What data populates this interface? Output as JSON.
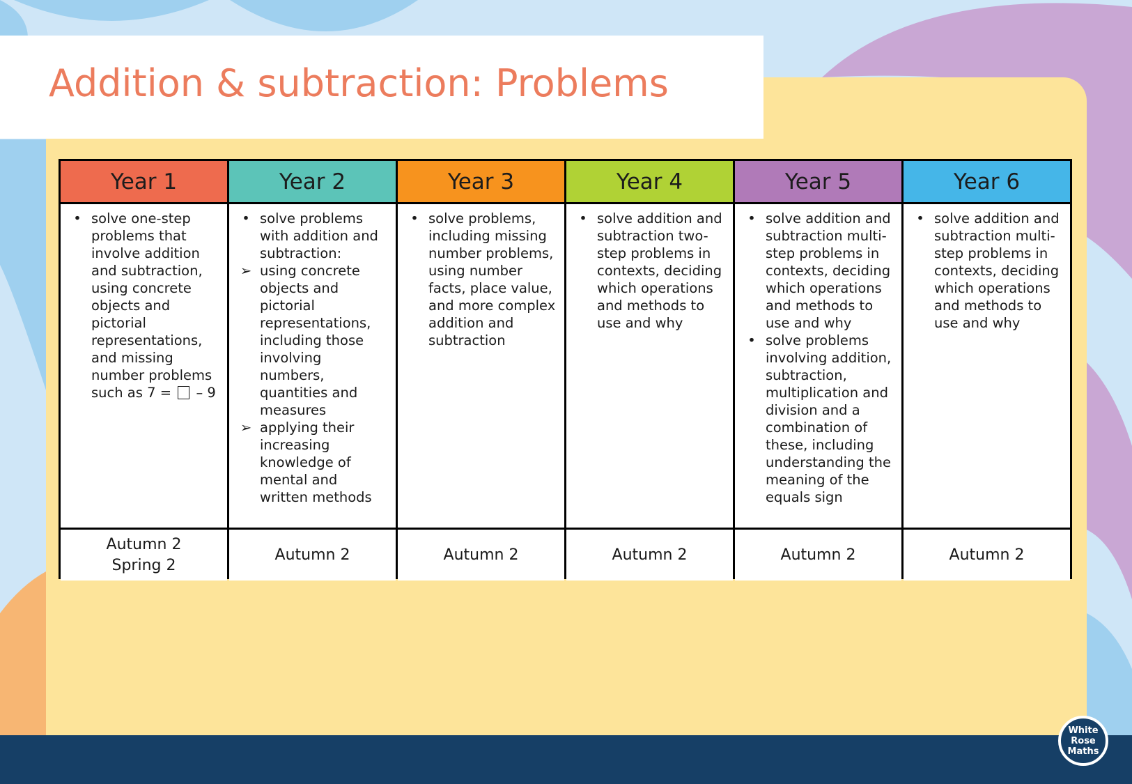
{
  "title": "Addition & subtraction: Problems",
  "colors": {
    "title": "#ec7c5d",
    "panel": "#fde49a",
    "footer": "#163f66",
    "year1": "#ee6b4e",
    "year2": "#5cc4b8",
    "year3": "#f7931e",
    "year4": "#b0d235",
    "year5": "#b07ab8",
    "year6": "#45b6e8"
  },
  "table": {
    "headers": [
      "Year 1",
      "Year 2",
      "Year 3",
      "Year 4",
      "Year 5",
      "Year 6"
    ],
    "content": [
      [
        {
          "marker": "•",
          "parts": [
            "solve one-step problems that involve addition and subtraction, using concrete objects and pictorial representations, and missing number problems such as 7 = ",
            " – 9"
          ]
        }
      ],
      [
        {
          "marker": "•",
          "parts": [
            "solve problems with addition and subtraction:"
          ]
        },
        {
          "marker": "➢",
          "parts": [
            "using concrete objects and pictorial representations, including those involving numbers, quantities and measures"
          ]
        },
        {
          "marker": "➢",
          "parts": [
            "applying their increasing knowledge of mental and written methods"
          ]
        }
      ],
      [
        {
          "marker": "•",
          "parts": [
            "solve problems, including missing number problems, using number facts, place value, and more complex addition and subtraction"
          ]
        }
      ],
      [
        {
          "marker": "•",
          "parts": [
            "solve addition and subtraction two-step problems in contexts, deciding which operations and methods to use and why"
          ]
        }
      ],
      [
        {
          "marker": "•",
          "parts": [
            "solve addition and subtraction multi-step problems in contexts, deciding which operations and methods to use and why"
          ]
        },
        {
          "marker": "•",
          "parts": [
            "solve problems involving addition, subtraction, multiplication and division and a combination of these, including understanding the meaning of the equals sign"
          ]
        }
      ],
      [
        {
          "marker": "•",
          "parts": [
            "solve addition and subtraction multi-step problems in contexts, deciding which operations and methods to use and why"
          ]
        }
      ]
    ],
    "terms": [
      [
        "Autumn 2",
        "Spring 2"
      ],
      [
        "Autumn 2"
      ],
      [
        "Autumn 2"
      ],
      [
        "Autumn 2"
      ],
      [
        "Autumn 2"
      ],
      [
        "Autumn 2"
      ]
    ]
  },
  "logo": {
    "lines": [
      "White",
      "Rose",
      "Maths"
    ]
  }
}
